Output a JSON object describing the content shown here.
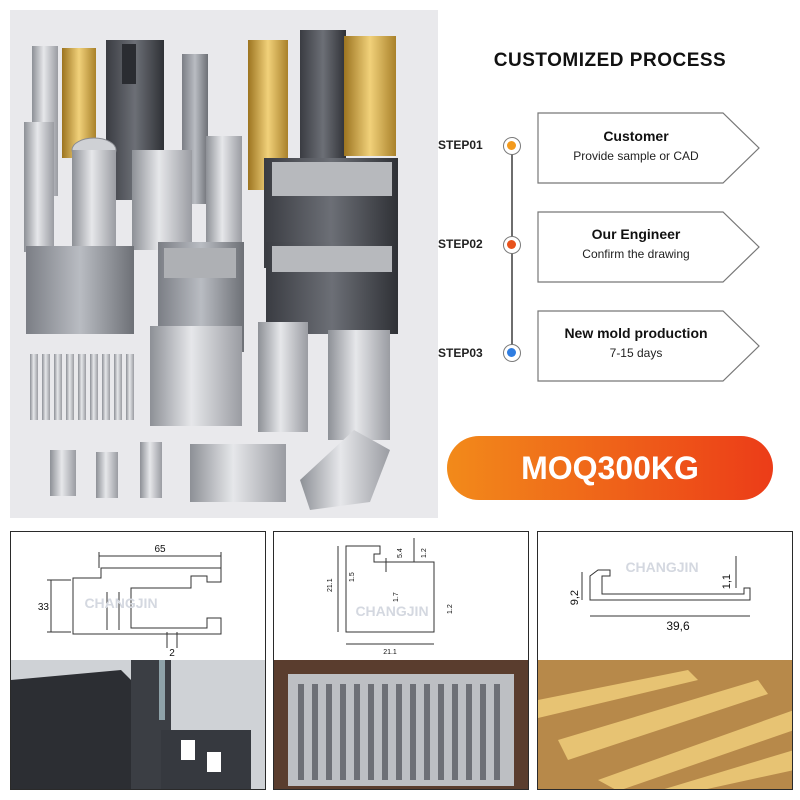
{
  "process": {
    "title": "CUSTOMIZED PROCESS",
    "steps": [
      {
        "label": "STEP01",
        "title": "Customer",
        "desc": "Provide sample or CAD",
        "dot_color": "#f39a1d"
      },
      {
        "label": "STEP02",
        "title": "Our Engineer",
        "desc": "Confirm the drawing",
        "dot_color": "#e8521c"
      },
      {
        "label": "STEP03",
        "title": "New mold production",
        "desc": "7-15 days",
        "dot_color": "#2f7de1"
      }
    ]
  },
  "moq": {
    "label": "MOQ300KG"
  },
  "panels": [
    {
      "dims": [
        "65",
        "33",
        "2"
      ],
      "watermark": "CHANGJIN"
    },
    {
      "dims": [
        "21.1",
        "1.5",
        "5.4",
        "1.2",
        "1.7",
        "1.2",
        "21.1"
      ],
      "watermark": "CHANGJIN"
    },
    {
      "dims": [
        "9,2",
        "1,1",
        "39,6"
      ],
      "watermark": "CHANGJIN"
    }
  ],
  "colors": {
    "accent_start": "#f28a1a",
    "accent_end": "#ec3c18",
    "gold": "#c99a2e"
  }
}
